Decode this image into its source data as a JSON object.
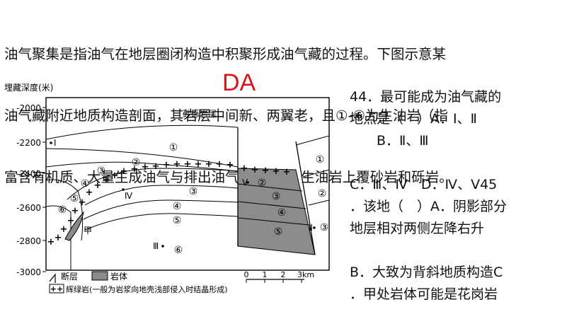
{
  "intro_lines": [
    "油气聚集是指油气在地层圈闭构造中积聚形成油气藏的过程。下图示意某",
    "油气藏附近地质构造剖面，其岩层中间新、两翼老，且①-⑥为生油岩（指",
    "富含有机质、大量生成油气与排出油气的岩石），生油岩上覆砂岩和砾岩。"
  ],
  "answer_tag": "DA",
  "question_lines": [
    "44．最可能成为油气藏的",
    "地点是（　）A．Ⅰ、Ⅱ",
    "　　B．Ⅱ、Ⅲ",
    "",
    "C．Ⅲ、Ⅳ　D．Ⅳ、Ⅴ45",
    "．该地（　）A．阴影部分",
    "地层相对两侧左降右升",
    "",
    "B．大致为背斜地质构造C",
    "．甲处岩体可能是花岗岩"
  ],
  "figure": {
    "y_axis_title": "埋藏深度(米)",
    "y_ticks": [
      "-2000",
      "-2200",
      "-2400",
      "-2600",
      "-2800",
      "-3000"
    ],
    "top_layer_label": "砂砾岩层",
    "layer_numbers": [
      "①",
      "②",
      "③",
      "④",
      "⑤",
      "⑥"
    ],
    "locations": [
      "I",
      "Ⅱ",
      "Ⅲ",
      "Ⅳ",
      "V"
    ],
    "rock_body_label": "甲",
    "scale_ticks": [
      "0",
      "1",
      "2",
      "3km"
    ],
    "legend": {
      "fault": "断层",
      "rock_body": "岩体",
      "diabase": "辉绿岩(一般为岩浆向地壳浅部侵入时结晶形成)"
    },
    "colors": {
      "shaded_block": "#8c8c8c",
      "rock_body": "#8a8a8a",
      "answer": "#d8141a"
    }
  }
}
